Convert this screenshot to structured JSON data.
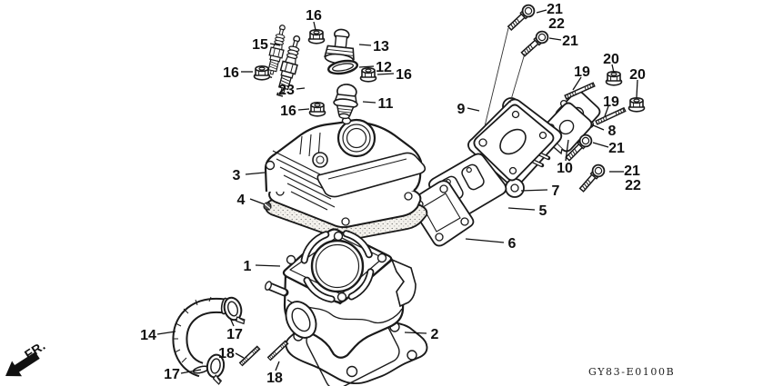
{
  "diagram": {
    "drawing_code": "GY83-E0100B",
    "direction_label": "FR.",
    "callouts": [
      {
        "label": "16"
      },
      {
        "label": "15"
      },
      {
        "label": "13"
      },
      {
        "label": "12"
      },
      {
        "label": "16"
      },
      {
        "label": "16"
      },
      {
        "label": "23"
      },
      {
        "label": "16"
      },
      {
        "label": "11"
      },
      {
        "label": "3"
      },
      {
        "label": "4"
      },
      {
        "label": "21"
      },
      {
        "label": "22"
      },
      {
        "label": "21"
      },
      {
        "label": "19"
      },
      {
        "label": "20"
      },
      {
        "label": "20"
      },
      {
        "label": "19"
      },
      {
        "label": "9"
      },
      {
        "label": "8"
      },
      {
        "label": "21"
      },
      {
        "label": "10"
      },
      {
        "label": "21"
      },
      {
        "label": "22"
      },
      {
        "label": "7"
      },
      {
        "label": "5"
      },
      {
        "label": "6"
      },
      {
        "label": "1"
      },
      {
        "label": "2"
      },
      {
        "label": "14"
      },
      {
        "label": "17"
      },
      {
        "label": "18"
      },
      {
        "label": "17"
      },
      {
        "label": "18"
      }
    ]
  }
}
